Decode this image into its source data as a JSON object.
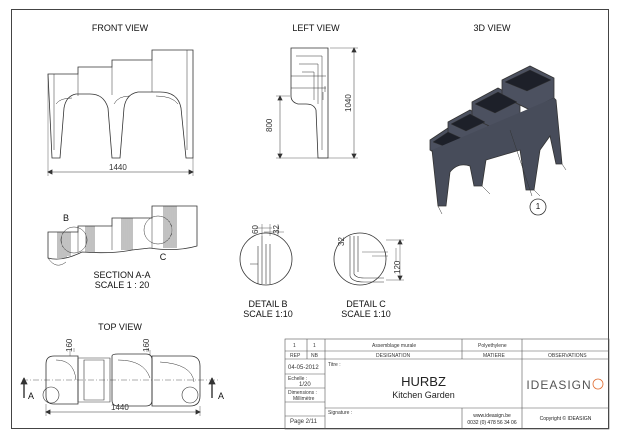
{
  "views": {
    "front": "FRONT VIEW",
    "left": "LEFT VIEW",
    "iso": "3D VIEW",
    "top": "TOP VIEW",
    "section_title": "SECTION A-A",
    "section_scale": "SCALE 1 : 20",
    "detail_b_title": "DETAIL B",
    "detail_b_scale": "SCALE 1:10",
    "detail_c_title": "DETAIL C",
    "detail_c_scale": "SCALE 1:10"
  },
  "dimensions": {
    "front_width": "1440",
    "left_height_1": "800",
    "left_height_2": "1040",
    "top_width": "1440",
    "top_depth_1": "160",
    "top_depth_2": "160",
    "detail_b_1": "60",
    "detail_b_2": "32",
    "detail_c_1": "32",
    "detail_c_2": "120"
  },
  "markers": {
    "section_b": "B",
    "section_c": "C",
    "arrow_a_left": "A",
    "arrow_a_right": "A",
    "balloon": "1"
  },
  "title_block": {
    "row1_col1": "1",
    "row1_col2": "1",
    "row1_designation": "Assemblage murale",
    "row1_matiere": "Polyethylene",
    "header_rep": "REP",
    "header_nb": "NB",
    "header_designation": "DESIGNATION",
    "header_matiere": "MATIERE",
    "header_observations": "OBSERVATIONS",
    "date": "04-05-2012",
    "echelle_label": "Echelle :",
    "echelle_value": "1/20",
    "dimensions_label": "Dimensions :",
    "dimensions_value": "Millimètre",
    "page": "Page 2/11",
    "titre_label": "Titre :",
    "title": "HURBZ",
    "subtitle": "Kitchen Garden",
    "signature_label": "Signature :",
    "website": "www.ideasign.be",
    "phone": "0032 (0) 478 56 34 06",
    "logo": "IDEASIGN",
    "copyright": "Copyright © IDEASIGN"
  }
}
